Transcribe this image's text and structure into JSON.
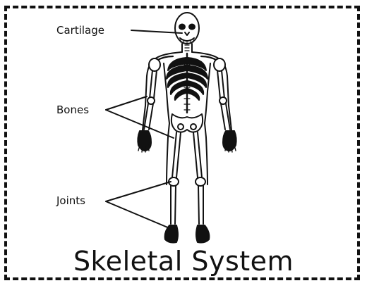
{
  "diagram": {
    "title": "Skeletal System",
    "labels": {
      "cartilage": "Cartilage",
      "bones": "Bones",
      "joints": "Joints"
    },
    "colors": {
      "ink": "#111111",
      "background": "#ffffff"
    }
  }
}
